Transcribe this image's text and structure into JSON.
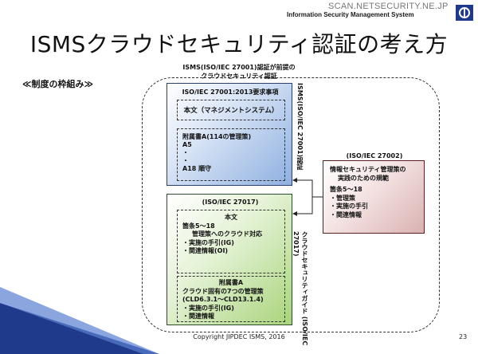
{
  "watermark": "SCAN.NETSECURITY.NE.JP",
  "header": {
    "system_name": "Information Security Management System"
  },
  "slide": {
    "title": "ISMSクラウドセキュリティ認証の考え方",
    "section_label": "≪制度の枠組み≫",
    "isms_note_line1": "ISMS(ISO/IEC 27001)認証が前提の",
    "isms_note_line2": "クラウドセキュリティ認証",
    "box_27001": {
      "title": "ISO/IEC 27001:2013要求事項",
      "main_text": "本文（マネジメントシステム）",
      "annex_title": "附属書A(114の管理策)",
      "annex_a5": "A5",
      "annex_dot1": "・",
      "annex_dot2": "・",
      "annex_a18": "A18 順守"
    },
    "vertical_label_27001": "ISMS(ISO/IEC 27001)認証",
    "box_27017": {
      "title": "(ISO/IEC 27017)",
      "main_title": "本文",
      "main_line1": "箇条5～18",
      "main_line2": "管理策へのクラウド対応",
      "main_line3": "・実施の手引(IG)",
      "main_line4": "・関連情報(OI)",
      "annex_title": "附属書A",
      "annex_line1": "クラウド固有の7つの管理策",
      "annex_line2": "(CLD6.3.1～CLD13.1.4)",
      "annex_line3": "・実施の手引(IG)",
      "annex_line4": "・関連情報"
    },
    "vertical_label_27017_1": "クラウドセキュリティガイド",
    "vertical_label_27017_2": "(ISO/IEC 27017)",
    "box_27002": {
      "title": "(ISO/IEC 27002)",
      "line1": "情報セキュリティ管理策の",
      "line2": "実践のための規範",
      "line3": "箇条5～18",
      "line4": "・管理策",
      "line5": "・実施の手引",
      "line6": "・関連情報"
    },
    "footer": "Copyright JIPDEC ISMS, 2016",
    "page_number": "23"
  }
}
